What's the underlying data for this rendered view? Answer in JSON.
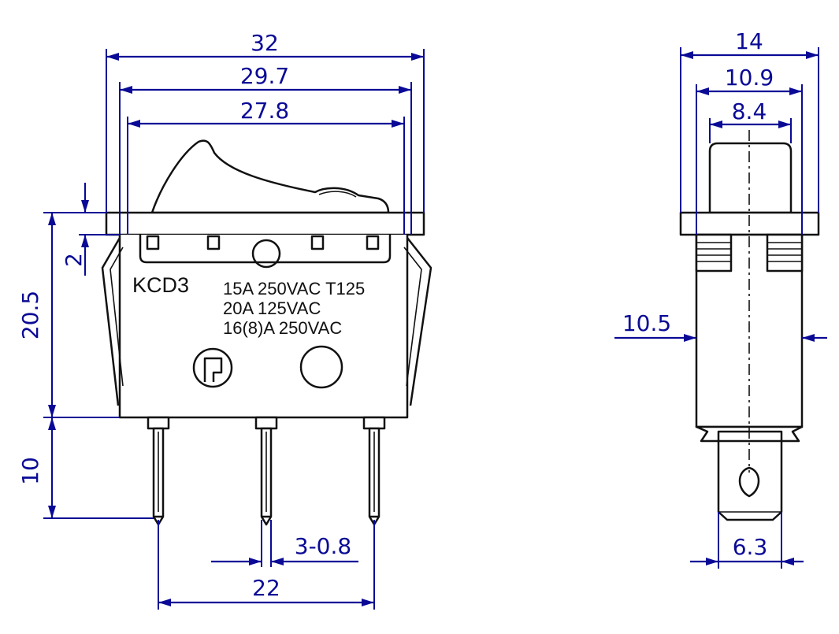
{
  "colors": {
    "dimension": "#0a0a96",
    "outline": "#111111",
    "background": "#ffffff"
  },
  "front_view": {
    "width_overall": "32",
    "width_mid": "29.7",
    "width_inner": "27.8",
    "height_body": "20.5",
    "height_flange": "2",
    "height_terminal": "10",
    "terminal_spacing": "22",
    "terminal_thickness": "3-0.8",
    "model": "KCD3",
    "ratings": [
      "15A 250VAC T125",
      "20A 125VAC",
      "16(8)A 250VAC"
    ]
  },
  "side_view": {
    "width_overall": "14",
    "width_mid": "10.9",
    "width_inner": "8.4",
    "width_body": "10.5",
    "width_terminal": "6.3"
  }
}
